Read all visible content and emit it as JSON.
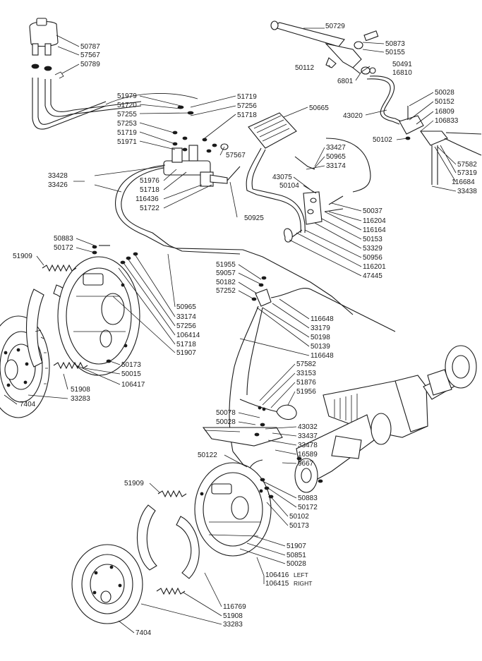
{
  "diagram": {
    "labels": {
      "p50787": "50787",
      "p57567a": "57567",
      "p50789": "50789",
      "p50729": "50729",
      "p50873": "50873",
      "p50155": "50155",
      "p50112": "50112",
      "p50491": "50491",
      "p16810": "16810",
      "p6801": "6801",
      "p51979": "51979",
      "p51720": "51720",
      "p57255": "57255",
      "p57253": "57253",
      "p51719a": "51719",
      "p51971": "51971",
      "p51719b": "51719",
      "p57256a": "57256",
      "p51718a": "51718",
      "p57567b": "57567",
      "p50665": "50665",
      "p50028a": "50028",
      "p50152": "50152",
      "p16809": "16809",
      "p106833": "106833",
      "p43020": "43020",
      "p50102a": "50102",
      "p57582a": "57582",
      "p57319": "57319",
      "p116684": "116684",
      "p33438": "33438",
      "p33427": "33427",
      "p50965a": "50965",
      "p33174a": "33174",
      "p33428": "33428",
      "p33426": "33426",
      "p51976": "51976",
      "p51718b": "51718",
      "p116436": "116436",
      "p51722": "51722",
      "p50925": "50925",
      "p43075": "43075",
      "p50104": "50104",
      "p50037": "50037",
      "p116204": "116204",
      "p116164": "116164",
      "p50153": "50153",
      "p53329": "53329",
      "p50956": "50956",
      "p116201": "116201",
      "p47445": "47445",
      "p50883a": "50883",
      "p50172a": "50172",
      "p51909a": "51909",
      "p51955": "51955",
      "p59057": "59057",
      "p50182": "50182",
      "p57252": "57252",
      "p50965b": "50965",
      "p33174b": "33174",
      "p57256b": "57256",
      "p106414": "106414",
      "p51718c": "51718",
      "p51907a": "51907",
      "p116648a": "116648",
      "p33179": "33179",
      "p50198": "50198",
      "p50139": "50139",
      "p116648b": "116648",
      "p50173a": "50173",
      "p50015": "50015",
      "p106417": "106417",
      "p51908a": "51908",
      "p33283a": "33283",
      "p7404a": "7404",
      "p57582b": "57582",
      "p33153": "33153",
      "p51876": "51876",
      "p51956": "51956",
      "p50078": "50078",
      "p50028b": "50028",
      "p43032": "43032",
      "p33437": "33437",
      "p33478": "33478",
      "p16589": "16589",
      "p9667": "9667",
      "p50122": "50122",
      "p50883b": "50883",
      "p50172b": "50172",
      "p50102b": "50102",
      "p50173b": "50173",
      "p51909b": "51909",
      "p51907b": "51907",
      "p50851": "50851",
      "p50028c": "50028",
      "p106416": "106416",
      "left_word": "LEFT",
      "p106415": "106415",
      "right_word": "RIGHT",
      "p116769": "116769",
      "p51908b": "51908",
      "p33283b": "33283",
      "p7404b": "7404"
    }
  }
}
